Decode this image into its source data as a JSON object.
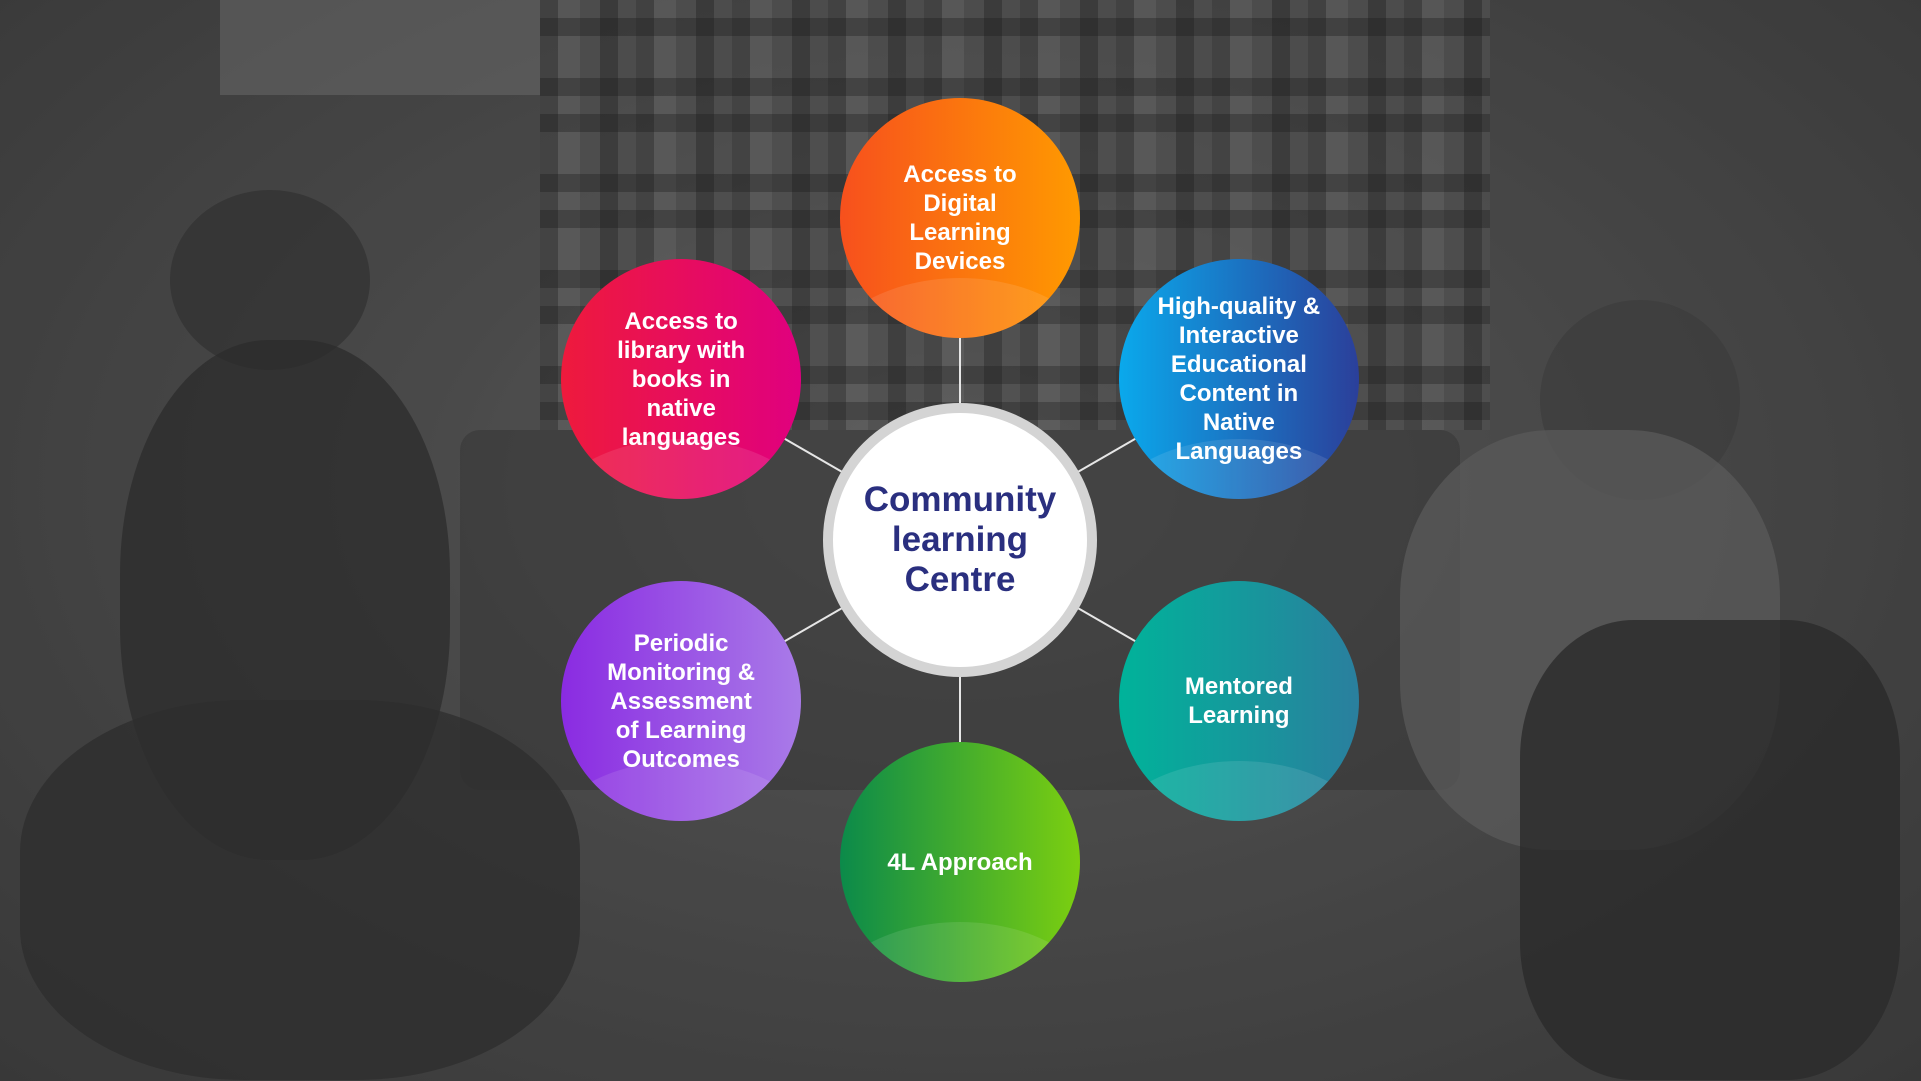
{
  "center": {
    "label": "Community\nlearning\nCentre"
  },
  "nodes": [
    {
      "id": "digital-devices",
      "label": "Access to\nDigital\nLearning\nDevices",
      "colors": [
        "#f7501d",
        "#ff9a00"
      ]
    },
    {
      "id": "interactive-content",
      "label": "High-quality &\nInteractive\nEducational\nContent in\nNative\nLanguages",
      "colors": [
        "#0aa9ec",
        "#2b3f9a"
      ]
    },
    {
      "id": "mentored-learning",
      "label": "Mentored\nLearning",
      "colors": [
        "#00b39a",
        "#2a7f9e"
      ]
    },
    {
      "id": "4l-approach",
      "label": "4L Approach",
      "colors": [
        "#0b8a4a",
        "#7ccf10"
      ]
    },
    {
      "id": "monitoring",
      "label": "Periodic\nMonitoring &\nAssessment\nof Learning\nOutcomes",
      "colors": [
        "#8a2be2",
        "#a97be8"
      ]
    },
    {
      "id": "library",
      "label": "Access to\nlibrary with\nbooks in\nnative\nlanguages",
      "colors": [
        "#ee1a3c",
        "#e0007f"
      ]
    }
  ],
  "connector_color": "#e6e6e6"
}
